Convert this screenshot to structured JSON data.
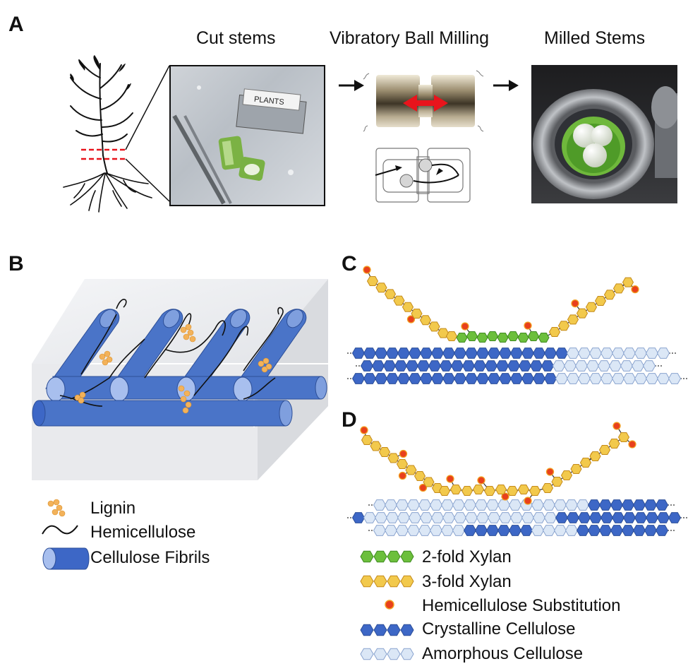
{
  "panels": {
    "a": "A",
    "b": "B",
    "c": "C",
    "d": "D"
  },
  "panel_a": {
    "titles": [
      "Cut stems",
      "Vibratory Ball Milling",
      "Milled Stems"
    ],
    "razor_label": "PLANTS"
  },
  "panel_b": {
    "legend": [
      "Lignin",
      "Hemicellulose",
      "Cellulose Fibrils"
    ]
  },
  "legend_cd": [
    "2-fold Xylan",
    "3-fold Xylan",
    "Hemicellulose Substitution",
    "Crystalline Cellulose",
    "Amorphous Cellulose"
  ],
  "colors": {
    "xylan2": "#6cbf3c",
    "xylan3": "#f2c94c",
    "substitution": "#e8401c",
    "crystalline": "#3d67c6",
    "amorphous": "#dbe7f6",
    "fibril": "#4a74c8",
    "lignin": "#f3b25a",
    "arrow_red": "#e8141c"
  }
}
